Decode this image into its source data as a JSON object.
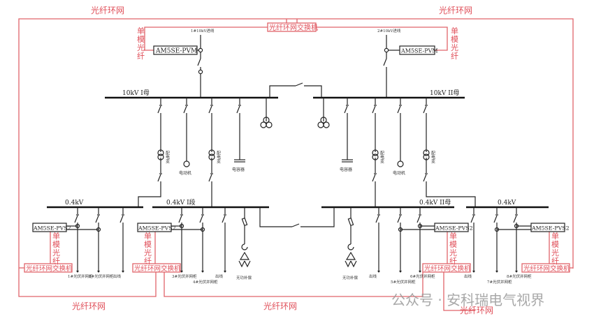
{
  "ring_label": "光纤环网",
  "ring_switch": "光纤环网交换机",
  "single_mode_fiber": [
    "单",
    "模",
    "光",
    "纤"
  ],
  "pvm_device": "AM5SE-PVM",
  "pvs2_device": "AM5SE-PVS2",
  "incoming": {
    "left": "1#10kV进线",
    "right": "2#10kV进线"
  },
  "buses": {
    "hv_left": "10kV I母",
    "hv_right": "10kV II母",
    "lv1": "0.4kV",
    "lv2": "0.4kV I段",
    "lv3": "0.4kV II母",
    "lv4": "0.4kV"
  },
  "hv_loads": {
    "transformer": "配电变",
    "motor": "电动机",
    "capacitor": "电容器"
  },
  "lv_feeders": [
    "1#光伏并网柜",
    "2#光伏并网柜",
    "出线",
    "3#光伏并网柜",
    "4#光伏并网柜",
    "出线",
    "无功补偿",
    "无功补偿",
    "出线",
    "5#光伏并网柜",
    "6#光伏并网柜",
    "出线",
    "7#光伏并网柜",
    "8#光伏并网柜"
  ],
  "watermark": "公众号 · 安科瑞电气视界"
}
